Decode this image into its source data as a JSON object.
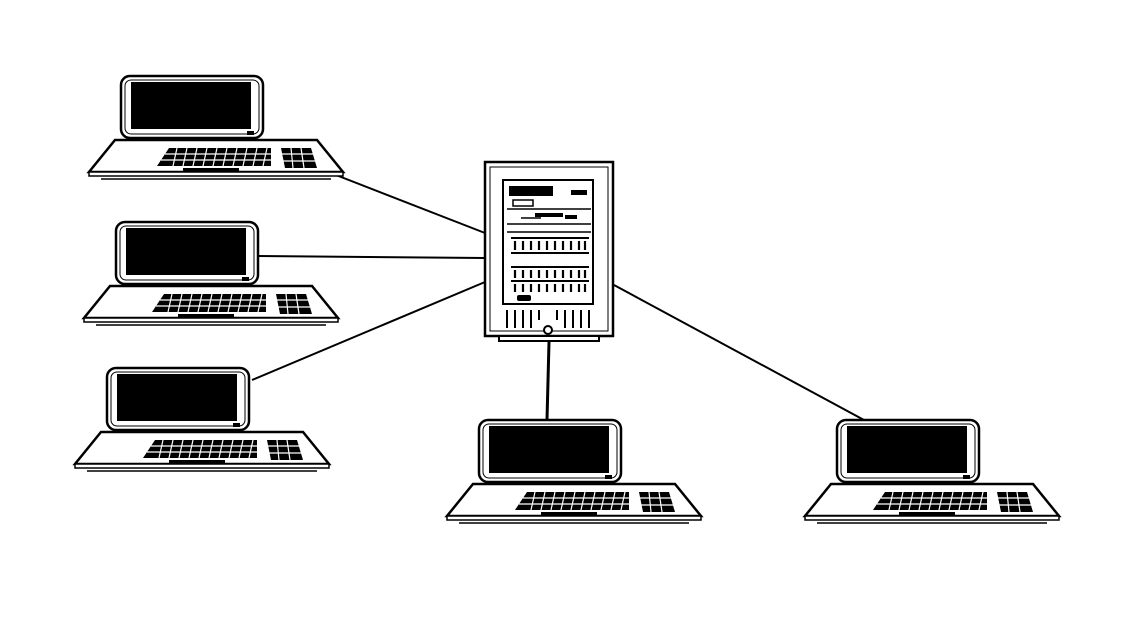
{
  "diagram": {
    "type": "network-topology",
    "line_color": "#000000",
    "screen_color": "#000000",
    "background_color": "#ffffff",
    "hub": {
      "name": "server-tower",
      "icon": "server-tower-icon"
    },
    "clients": [
      {
        "name": "computer-1",
        "icon": "desktop-computer-icon"
      },
      {
        "name": "computer-2",
        "icon": "desktop-computer-icon"
      },
      {
        "name": "computer-3",
        "icon": "desktop-computer-icon"
      },
      {
        "name": "computer-4",
        "icon": "desktop-computer-icon"
      },
      {
        "name": "computer-5",
        "icon": "desktop-computer-icon"
      }
    ],
    "connections": [
      {
        "from": "server-tower",
        "to": "computer-1"
      },
      {
        "from": "server-tower",
        "to": "computer-2"
      },
      {
        "from": "server-tower",
        "to": "computer-3"
      },
      {
        "from": "server-tower",
        "to": "computer-4"
      },
      {
        "from": "server-tower",
        "to": "computer-5"
      }
    ]
  }
}
